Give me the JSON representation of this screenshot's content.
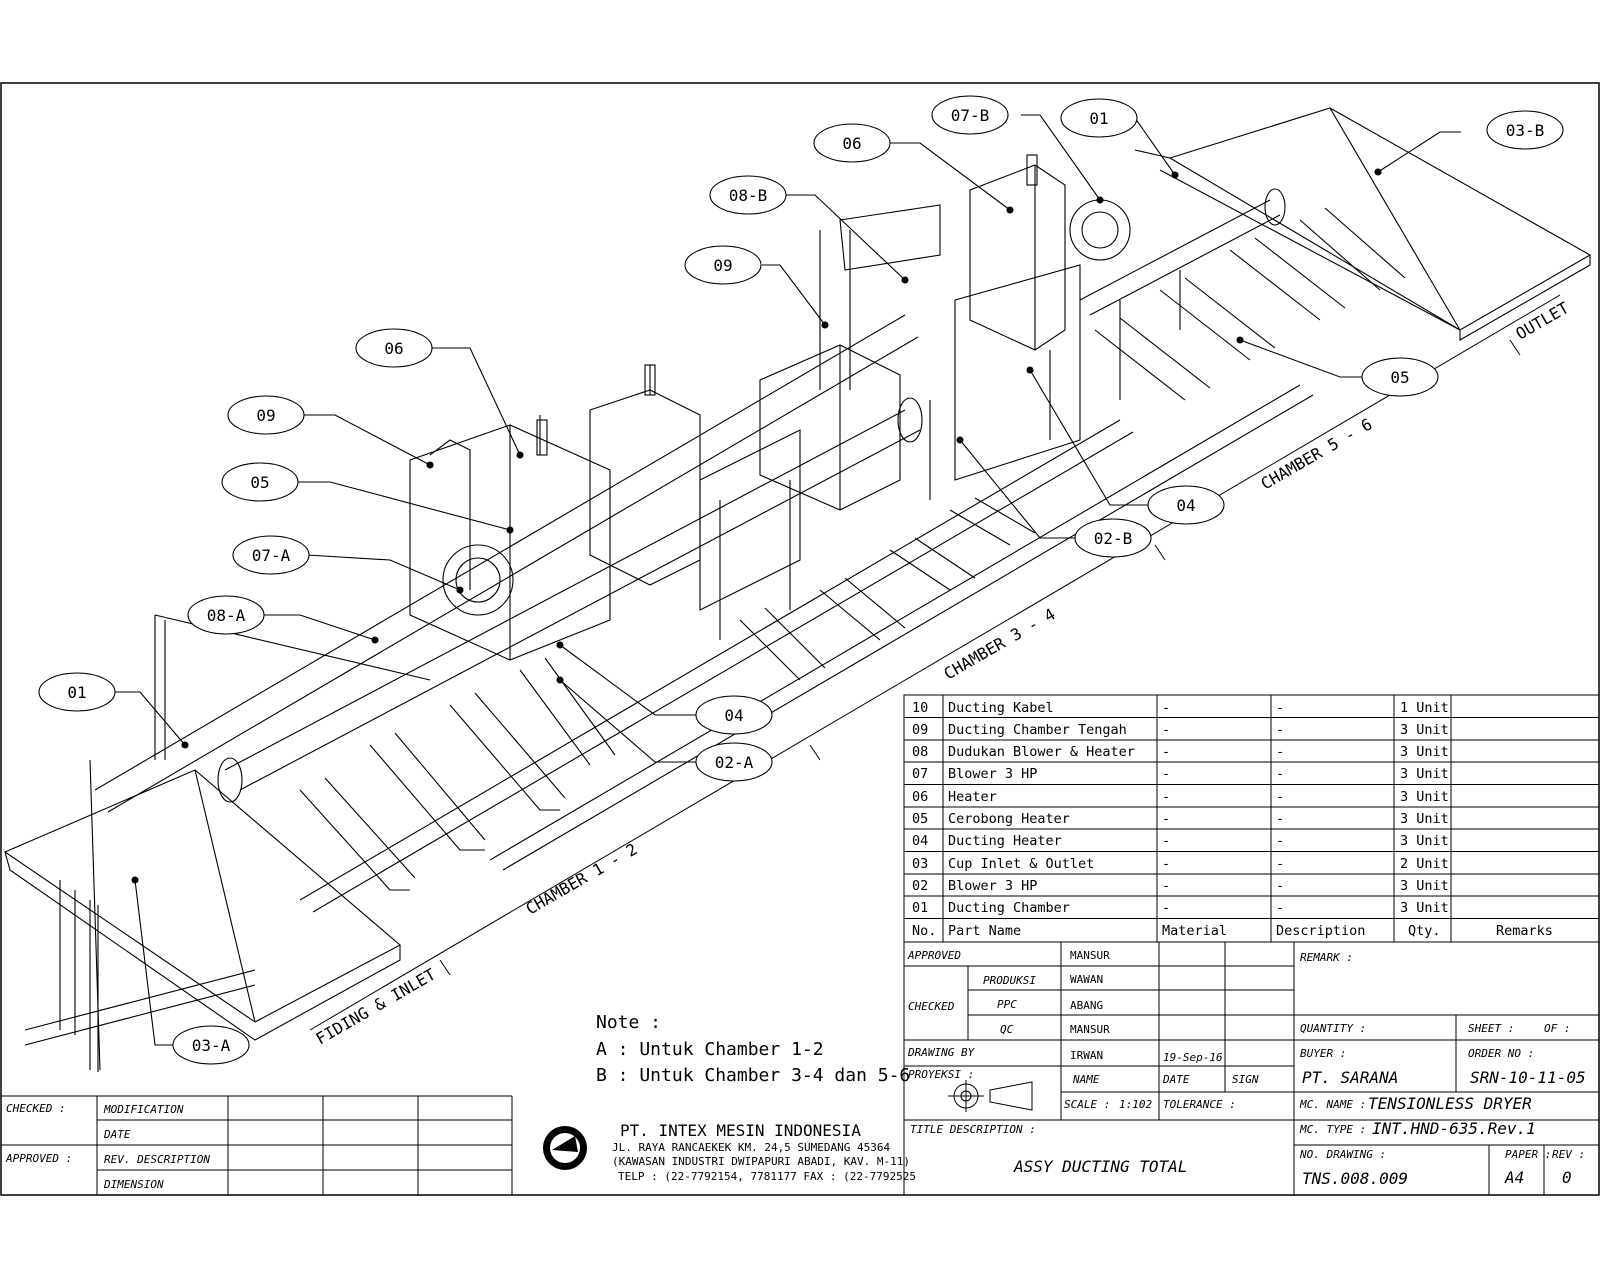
{
  "bubbles": [
    {
      "id": "01-left",
      "label": "01"
    },
    {
      "id": "08a",
      "label": "08-A"
    },
    {
      "id": "07a",
      "label": "07-A"
    },
    {
      "id": "05-left",
      "label": "05"
    },
    {
      "id": "09-left",
      "label": "09"
    },
    {
      "id": "06-left",
      "label": "06"
    },
    {
      "id": "09-mid",
      "label": "09"
    },
    {
      "id": "08b",
      "label": "08-B"
    },
    {
      "id": "06-right",
      "label": "06"
    },
    {
      "id": "07b",
      "label": "07-B"
    },
    {
      "id": "01-right",
      "label": "01"
    },
    {
      "id": "03b",
      "label": "03-B"
    },
    {
      "id": "05-right",
      "label": "05"
    },
    {
      "id": "04-right",
      "label": "04"
    },
    {
      "id": "02b",
      "label": "02-B"
    },
    {
      "id": "04-left",
      "label": "04"
    },
    {
      "id": "02a",
      "label": "02-A"
    },
    {
      "id": "03a",
      "label": "03-A"
    }
  ],
  "zones": {
    "inlet": "FIDING & INLET",
    "chamber12": "CHAMBER 1 - 2",
    "chamber34": "CHAMBER 3 - 4",
    "chamber56": "CHAMBER 5 - 6",
    "outlet": "OUTLET"
  },
  "note": {
    "title": "Note :",
    "a": "A : Untuk Chamber 1-2",
    "b": "B : Untuk Chamber 3-4 dan 5-6"
  },
  "parts": {
    "headers": {
      "no": "No.",
      "name": "Part Name",
      "material": "Material",
      "description": "Description",
      "qty": "Qty.",
      "remarks": "Remarks"
    },
    "rows": [
      {
        "no": "10",
        "name": "Ducting Kabel",
        "material": "-",
        "description": "-",
        "qty": "1 Unit",
        "remarks": ""
      },
      {
        "no": "09",
        "name": "Ducting Chamber Tengah",
        "material": "-",
        "description": "-",
        "qty": "3 Unit",
        "remarks": ""
      },
      {
        "no": "08",
        "name": "Dudukan Blower & Heater",
        "material": "-",
        "description": "-",
        "qty": "3 Unit",
        "remarks": ""
      },
      {
        "no": "07",
        "name": "Blower 3 HP",
        "material": "-",
        "description": "-",
        "qty": "3 Unit",
        "remarks": ""
      },
      {
        "no": "06",
        "name": "Heater",
        "material": "-",
        "description": "-",
        "qty": "3 Unit",
        "remarks": ""
      },
      {
        "no": "05",
        "name": "Cerobong Heater",
        "material": "-",
        "description": "-",
        "qty": "3 Unit",
        "remarks": ""
      },
      {
        "no": "04",
        "name": "Ducting Heater",
        "material": "-",
        "description": "-",
        "qty": "3 Unit",
        "remarks": ""
      },
      {
        "no": "03",
        "name": "Cup Inlet & Outlet",
        "material": "-",
        "description": "-",
        "qty": "2 Unit",
        "remarks": ""
      },
      {
        "no": "02",
        "name": "Blower 3 HP",
        "material": "-",
        "description": "-",
        "qty": "3 Unit",
        "remarks": ""
      },
      {
        "no": "01",
        "name": "Ducting Chamber",
        "material": "-",
        "description": "-",
        "qty": "3 Unit",
        "remarks": ""
      }
    ]
  },
  "title_block": {
    "approved_label": "APPROVED",
    "approved_name": "MANSUR",
    "checked_label": "CHECKED",
    "produksi_label": "PRODUKSI",
    "produksi_name": "WAWAN",
    "ppc_label": "PPC",
    "ppc_name": "ABANG",
    "qc_label": "QC",
    "qc_name": "MANSUR",
    "drawing_by_label": "DRAWING BY",
    "drawing_by_name": "IRWAN",
    "drawing_date": "19-Sep-16",
    "proyeksi_label": "PROYEKSI :",
    "name_label": "NAME",
    "date_label": "DATE",
    "sign_label": "SIGN",
    "scale_label": "SCALE :",
    "scale_value": "1:102",
    "tolerance_label": "TOLERANCE :",
    "remark_label": "REMARK :",
    "quantity_label": "QUANTITY :",
    "sheet_label": "SHEET :",
    "of_label": "OF :",
    "buyer_label": "BUYER :",
    "buyer_value": "PT. SARANA",
    "order_label": "ORDER NO :",
    "order_value": "SRN-10-11-05",
    "mc_name_label": "MC. NAME :",
    "mc_name_value": "TENSIONLESS DRYER",
    "mc_type_label": "MC. TYPE :",
    "mc_type_value": "INT.HND-635.Rev.1",
    "title_desc_label": "TITLE DESCRIPTION :",
    "title_desc_value": "ASSY DUCTING TOTAL",
    "no_drawing_label": "NO. DRAWING :",
    "no_drawing_value": "TNS.008.009",
    "paper_label": "PAPER :",
    "paper_value": "A4",
    "rev_label": "REV :",
    "rev_value": "0"
  },
  "revision_block": {
    "checked_label": "CHECKED :",
    "approved_label": "APPROVED :",
    "modification_label": "MODIFICATION",
    "date_label": "DATE",
    "rev_desc_label": "REV. DESCRIPTION",
    "dimension_label": "DIMENSION"
  },
  "company": {
    "name": "PT. INTEX MESIN INDONESIA",
    "address1": "JL. RAYA RANCAEKEK KM. 24,5 SUMEDANG 45364",
    "address2": "(KAWASAN INDUSTRI DWIPAPURI ABADI, KAV. M-11)",
    "phone": "TELP : (22-7792154, 7781177 FAX : (22-7792525"
  }
}
